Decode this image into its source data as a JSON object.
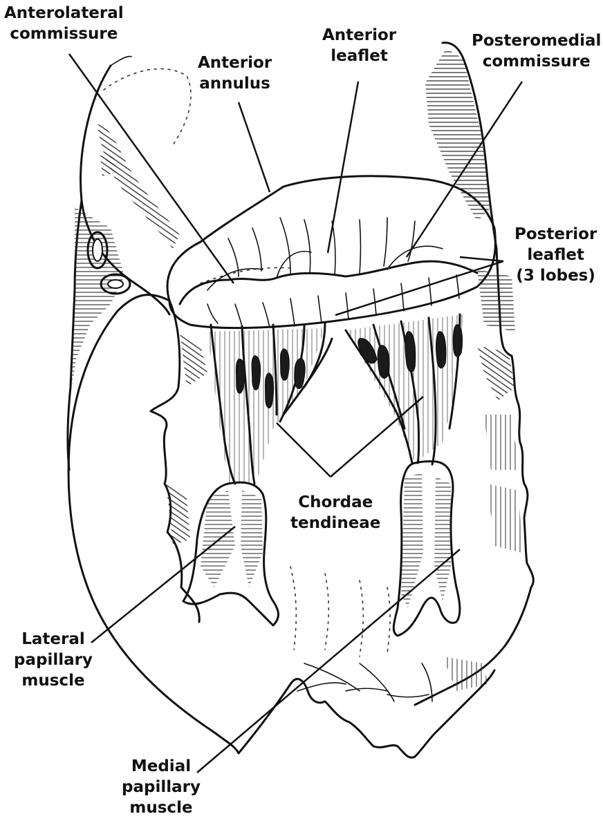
{
  "labels": {
    "anterolateral_commissure": [
      "Anterolateral",
      "commissure"
    ],
    "anterior_annulus": [
      "Anterior",
      "annulus"
    ],
    "anterior_leaflet": [
      "Anterior",
      "leaflet"
    ],
    "posteromedial_commissure": [
      "Posteromedial",
      "commissure"
    ],
    "posterior_leaflet": [
      "Posterior",
      "leaflet",
      "(3 lobes)"
    ],
    "chordae_tendineae": [
      "Chordae",
      "tendineae"
    ],
    "lateral_papillary_muscle": [
      "Lateral",
      "papillary",
      "muscle"
    ],
    "medial_papillary_muscle": [
      "Medial",
      "papillary",
      "muscle"
    ]
  }
}
